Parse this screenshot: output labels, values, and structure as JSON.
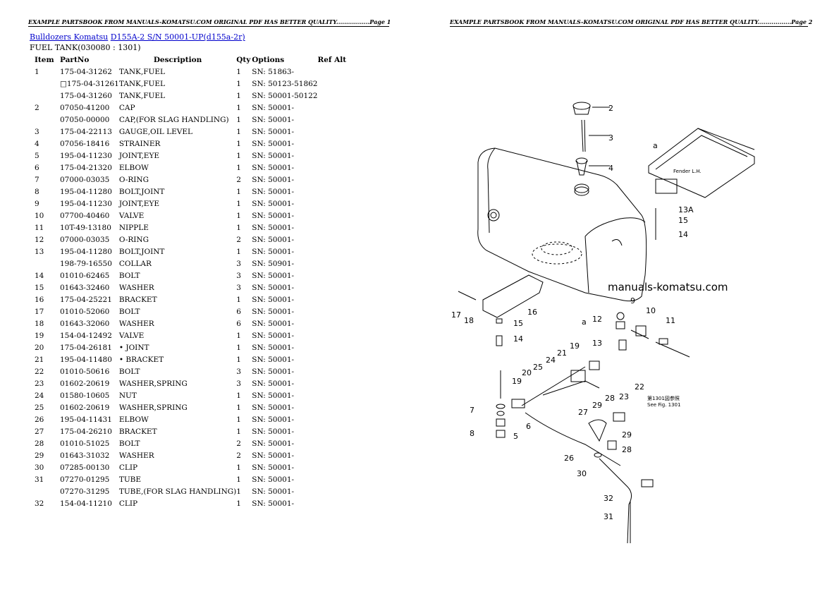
{
  "header": {
    "page1": "EXAMPLE PARTSBOOK FROM MANUALS-KOMATSU.COM ORIGINAL PDF HAS BETTER QUALITY.................Page 1",
    "page2": "EXAMPLE PARTSBOOK FROM MANUALS-KOMATSU.COM ORIGINAL PDF HAS BETTER QUALITY.................Page 2"
  },
  "breadcrumb": {
    "link1": "Bulldozers Komatsu",
    "link2": "D155A-2 S/N 50001-UP(d155a-2r)"
  },
  "section_title": "FUEL TANK(030080 : 1301)",
  "table": {
    "headers": [
      "Item",
      "PartNo",
      "Description",
      "Qty",
      "Options",
      "Ref Alt"
    ],
    "rows": [
      [
        "1",
        "175-04-31262",
        "TANK,FUEL",
        "1",
        "SN: 51863-"
      ],
      [
        "",
        "□175-04-31261",
        "TANK,FUEL",
        "1",
        "SN: 50123-51862"
      ],
      [
        "",
        "175-04-31260",
        "TANK,FUEL",
        "1",
        "SN: 50001-50122"
      ],
      [
        "2",
        "07050-41200",
        "CAP",
        "1",
        "SN: 50001-"
      ],
      [
        "",
        "07050-00000",
        "CAP,(FOR SLAG HANDLING)",
        "1",
        "SN: 50001-"
      ],
      [
        "3",
        "175-04-22113",
        "GAUGE,OIL LEVEL",
        "1",
        "SN: 50001-"
      ],
      [
        "4",
        "07056-18416",
        "STRAINER",
        "1",
        "SN: 50001-"
      ],
      [
        "5",
        "195-04-11230",
        "JOINT,EYE",
        "1",
        "SN: 50001-"
      ],
      [
        "6",
        "175-04-21320",
        "ELBOW",
        "1",
        "SN: 50001-"
      ],
      [
        "7",
        "07000-03035",
        "O-RING",
        "2",
        "SN: 50001-"
      ],
      [
        "8",
        "195-04-11280",
        "BOLT,JOINT",
        "1",
        "SN: 50001-"
      ],
      [
        "9",
        "195-04-11230",
        "JOINT,EYE",
        "1",
        "SN: 50001-"
      ],
      [
        "10",
        "07700-40460",
        "VALVE",
        "1",
        "SN: 50001-"
      ],
      [
        "11",
        "10T-49-13180",
        "NIPPLE",
        "1",
        "SN: 50001-"
      ],
      [
        "12",
        "07000-03035",
        "O-RING",
        "2",
        "SN: 50001-"
      ],
      [
        "13",
        "195-04-11280",
        "BOLT,JOINT",
        "1",
        "SN: 50001-"
      ],
      [
        "",
        "198-79-16550",
        "COLLAR",
        "3",
        "SN: 50901-"
      ],
      [
        "14",
        "01010-62465",
        "BOLT",
        "3",
        "SN: 50001-"
      ],
      [
        "15",
        "01643-32460",
        "WASHER",
        "3",
        "SN: 50001-"
      ],
      [
        "16",
        "175-04-25221",
        "BRACKET",
        "1",
        "SN: 50001-"
      ],
      [
        "17",
        "01010-52060",
        "BOLT",
        "6",
        "SN: 50001-"
      ],
      [
        "18",
        "01643-32060",
        "WASHER",
        "6",
        "SN: 50001-"
      ],
      [
        "19",
        "154-04-12492",
        "VALVE",
        "1",
        "SN: 50001-"
      ],
      [
        "20",
        "175-04-26181",
        "• JOINT",
        "1",
        "SN: 50001-"
      ],
      [
        "21",
        "195-04-11480",
        "• BRACKET",
        "1",
        "SN: 50001-"
      ],
      [
        "22",
        "01010-50616",
        "BOLT",
        "3",
        "SN: 50001-"
      ],
      [
        "23",
        "01602-20619",
        "WASHER,SPRING",
        "3",
        "SN: 50001-"
      ],
      [
        "24",
        "01580-10605",
        "NUT",
        "1",
        "SN: 50001-"
      ],
      [
        "25",
        "01602-20619",
        "WASHER,SPRING",
        "1",
        "SN: 50001-"
      ],
      [
        "26",
        "195-04-11431",
        "ELBOW",
        "1",
        "SN: 50001-"
      ],
      [
        "27",
        "175-04-26210",
        "BRACKET",
        "1",
        "SN: 50001-"
      ],
      [
        "28",
        "01010-51025",
        "BOLT",
        "2",
        "SN: 50001-"
      ],
      [
        "29",
        "01643-31032",
        "WASHER",
        "2",
        "SN: 50001-"
      ],
      [
        "30",
        "07285-00130",
        "CLIP",
        "1",
        "SN: 50001-"
      ],
      [
        "31",
        "07270-01295",
        "TUBE",
        "1",
        "SN: 50001-"
      ],
      [
        "",
        "07270-31295",
        "TUBE,(FOR SLAG HANDLING)",
        "1",
        "SN: 50001-"
      ],
      [
        "32",
        "154-04-11210",
        "CLIP",
        "1",
        "SN: 50001-"
      ]
    ]
  },
  "diagram": {
    "watermark": "manuals-komatsu.com",
    "callouts": {
      "c2": "2",
      "c3": "3",
      "c4": "4",
      "c5": "5",
      "c6": "6",
      "c7": "7",
      "c8": "8",
      "c9": "9",
      "c10": "10",
      "c11": "11",
      "c12": "12",
      "c13": "13",
      "c13a": "13A",
      "c14a": "14",
      "c14b": "14",
      "c15a": "15",
      "c15b": "15",
      "c16": "16",
      "c17": "17",
      "c18": "18",
      "c19a": "19",
      "c19b": "19",
      "c20": "20",
      "c21": "21",
      "c22": "22",
      "c23": "23",
      "c25": "25",
      "c24": "24",
      "c26": "26",
      "c27": "27",
      "c28a": "28",
      "c28b": "28",
      "c29a": "29",
      "c29b": "29",
      "c30": "30",
      "c31": "31",
      "c32": "32",
      "a1": "a",
      "a2": "a"
    },
    "fender_label": "Fender L.H.",
    "note_top": "第1301図参照",
    "note_bottom": "See Fig. 1301"
  }
}
